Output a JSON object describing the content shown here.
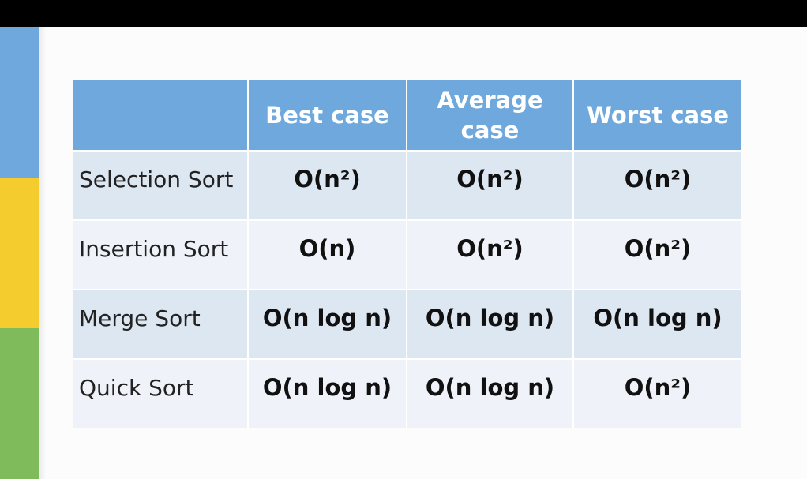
{
  "colors": {
    "header_bg": "#6fa8dc",
    "row_odd_bg": "#dde7f2",
    "row_even_bg": "#eff3f9",
    "accent_blue": "#6fa8dc",
    "accent_yellow": "#f5cc2e",
    "accent_green": "#7fbb5a"
  },
  "table": {
    "headers": [
      "",
      "Best case",
      "Average case",
      "Worst case"
    ],
    "rows": [
      {
        "name": "Selection Sort",
        "best": "O(n²)",
        "average": "O(n²)",
        "worst": "O(n²)"
      },
      {
        "name": "Insertion Sort",
        "best": "O(n)",
        "average": "O(n²)",
        "worst": "O(n²)"
      },
      {
        "name": "Merge Sort",
        "best": "O(n log n)",
        "average": "O(n log n)",
        "worst": "O(n log n)"
      },
      {
        "name": "Quick Sort",
        "best": "O(n log n)",
        "average": "O(n log n)",
        "worst": "O(n²)"
      }
    ]
  }
}
